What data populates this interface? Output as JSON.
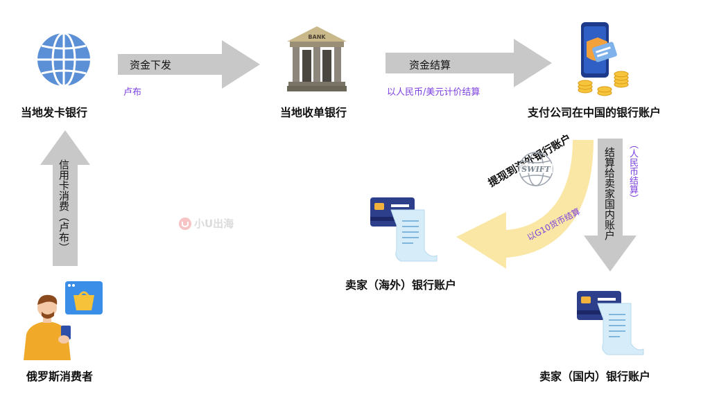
{
  "nodes": {
    "local_issuing_bank": "当地发卡银行",
    "local_acquiring_bank": "当地收单银行",
    "payment_company_account": "支付公司在中国的银行账户",
    "seller_overseas_account": "卖家（海外）银行账户",
    "seller_domestic_account": "卖家（国内）银行账户",
    "russian_consumer": "俄罗斯消费者"
  },
  "arrows": {
    "funds_issue": {
      "label": "资金下发",
      "note": "卢布"
    },
    "funds_settlement": {
      "label": "资金结算",
      "note": "以人民币/美元计价结算"
    },
    "credit_card_spend": {
      "label": "信用卡消费（卢布）"
    },
    "settle_to_domestic": {
      "label": "结算给卖家国内账户",
      "note": "（人民币结算）"
    },
    "withdraw_overseas": {
      "label": "提现到海外银行账户",
      "note": "以G10货币结算"
    }
  },
  "icons": {
    "bank_sign": "BANK",
    "swift": "SWIFT"
  },
  "watermark": "小U出海",
  "colors": {
    "gray_arrow": "#c8c8c8",
    "yellow_arrow": "#fae7a5",
    "note_purple": "#7b3fe0",
    "globe_blue": "#5b8fd6",
    "card_navy": "#2d3e8a",
    "receipt_blue": "#d6ecf8"
  }
}
